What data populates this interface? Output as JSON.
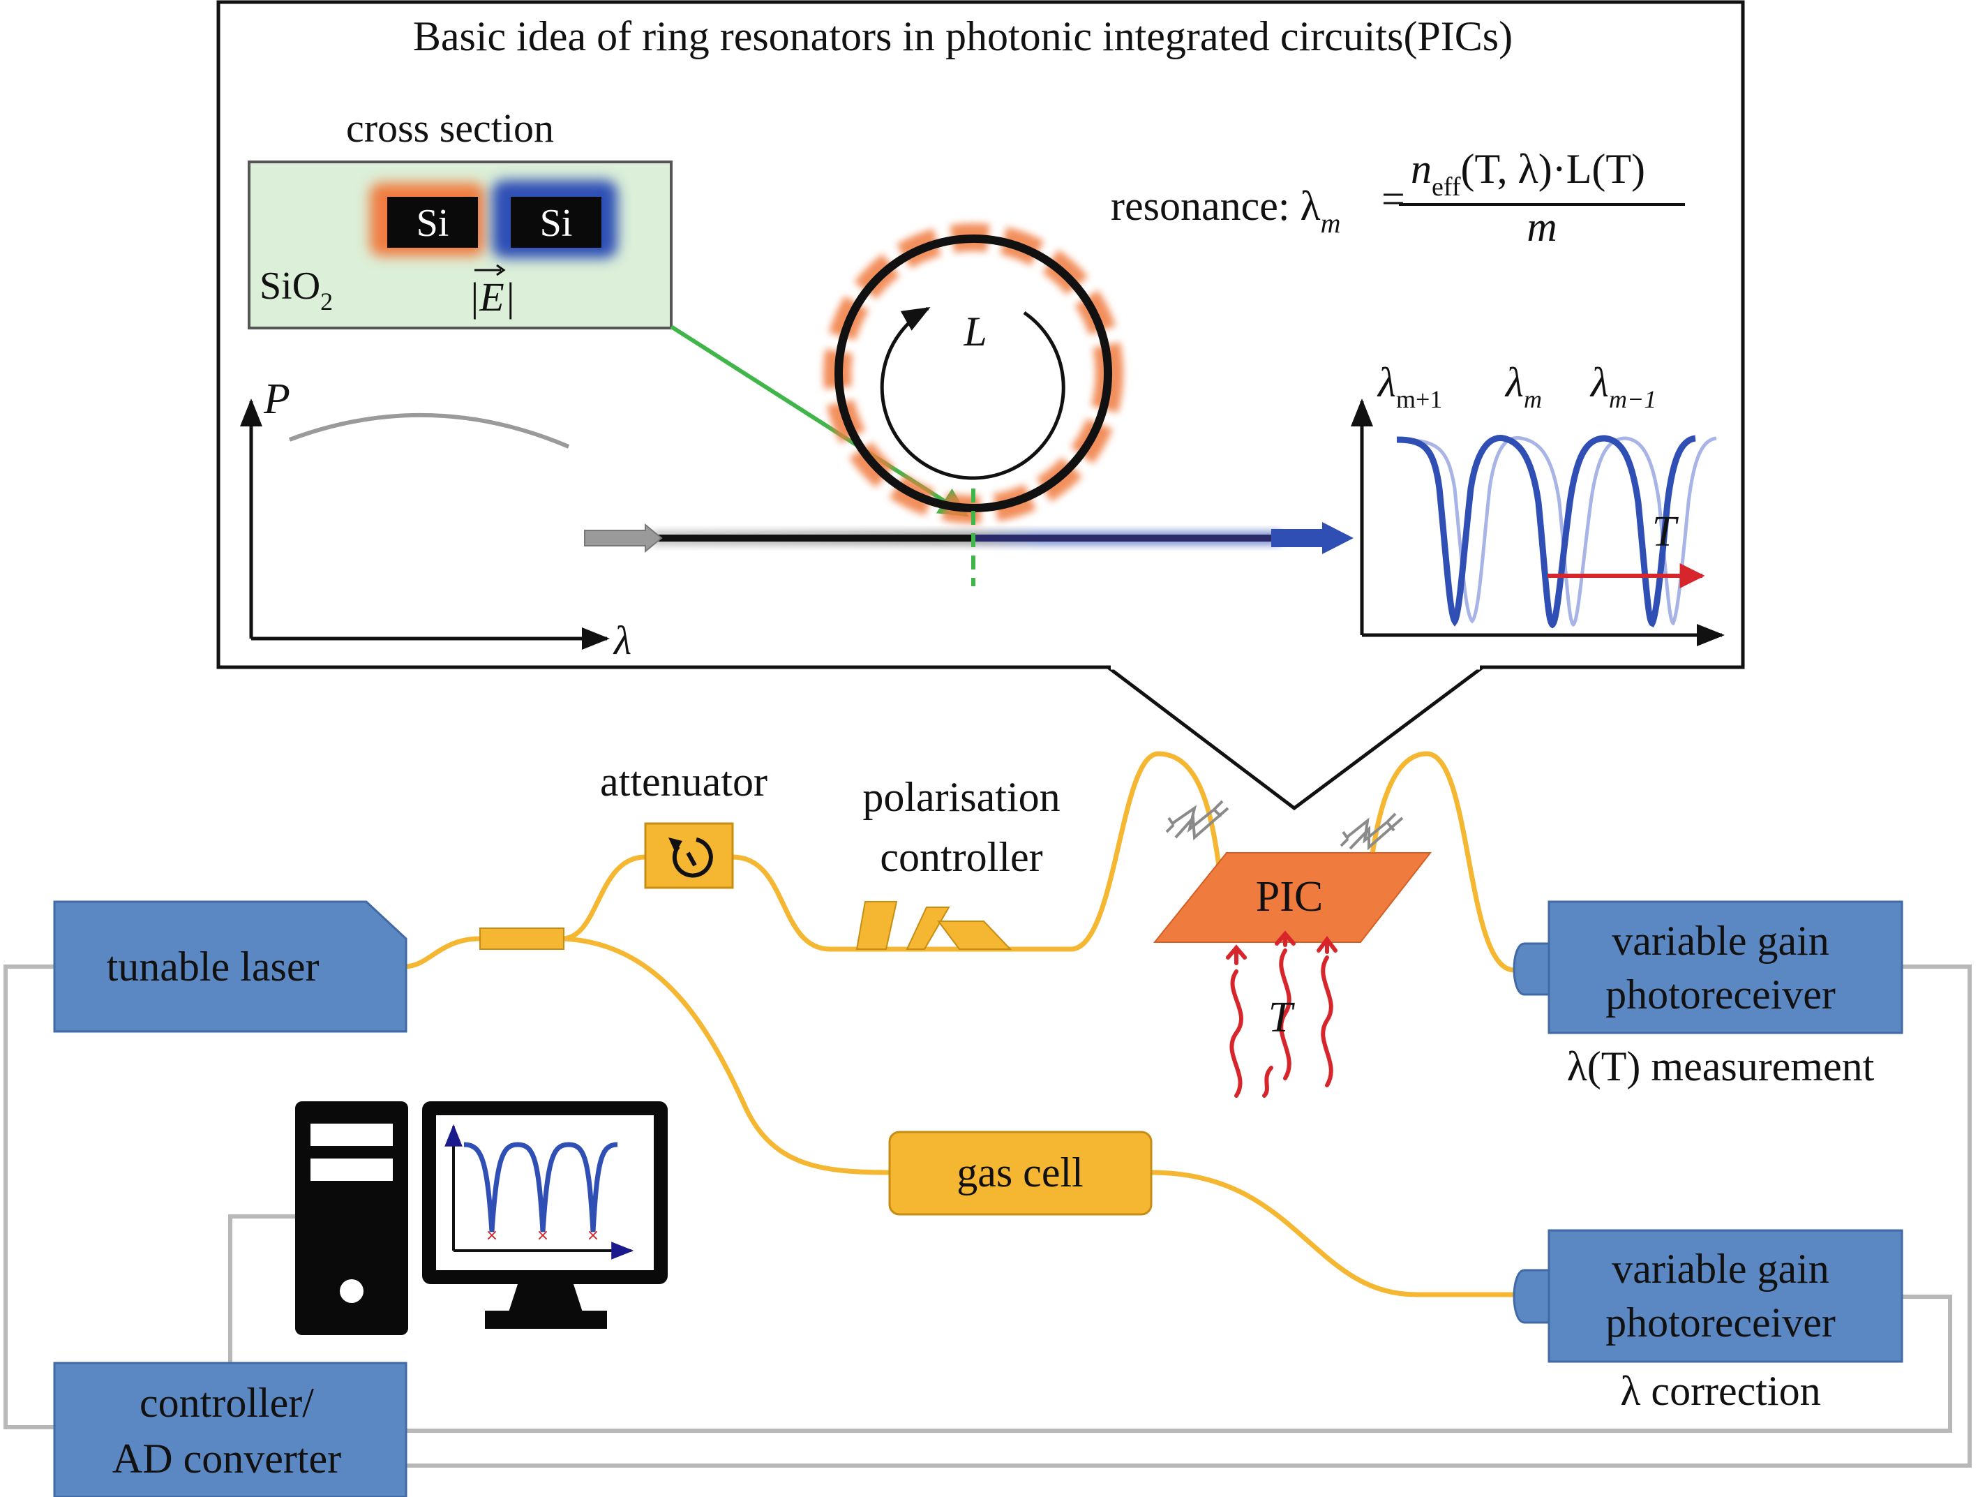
{
  "header": {
    "title": "Basic idea of ring resonators in photonic integrated circuits(PICs)"
  },
  "cross_section": {
    "label": "cross section",
    "core_left": "Si",
    "core_right": "Si",
    "cladding": "SiO",
    "cladding_sub": "2",
    "field": "|E|"
  },
  "formula": {
    "prefix": "resonance: λ",
    "prefix_sub": "m",
    "equals": "=",
    "numerator_n": "n",
    "numerator_sub": "eff",
    "numerator_rest": "(T, λ)·L(T)",
    "denominator": "m"
  },
  "ring": {
    "length_label": "L"
  },
  "input_spectrum": {
    "ylabel": "P",
    "xlabel": "λ"
  },
  "output_spectrum": {
    "peak_labels": [
      {
        "main": "λ",
        "sub": "m+1"
      },
      {
        "main": "λ",
        "sub": "m"
      },
      {
        "main": "λ",
        "sub": "m−1"
      }
    ],
    "shift_label": "T"
  },
  "setup": {
    "laser": "tunable laser",
    "attenuator": "attenuator",
    "polarisation_line1": "polarisation",
    "polarisation_line2": "controller",
    "pic": "PIC",
    "temperature": "T",
    "gas_cell": "gas cell",
    "photoreceiver1_line1": "variable gain",
    "photoreceiver1_line2": "photoreceiver",
    "photoreceiver1_caption": "λ(T) measurement",
    "photoreceiver2_line1": "variable gain",
    "photoreceiver2_line2": "photoreceiver",
    "photoreceiver2_caption": "λ correction",
    "controller_line1": "controller/",
    "controller_line2": "AD converter"
  },
  "colors": {
    "device_blue": "#5b88c2",
    "fiber_yellow": "#f5b731",
    "pic_orange": "#f07b3f",
    "ring_blue": "#2f4fb5",
    "arrow_red": "#d7262b",
    "pointer_green": "#3fb54a",
    "substrate_green": "#dcefd8"
  }
}
